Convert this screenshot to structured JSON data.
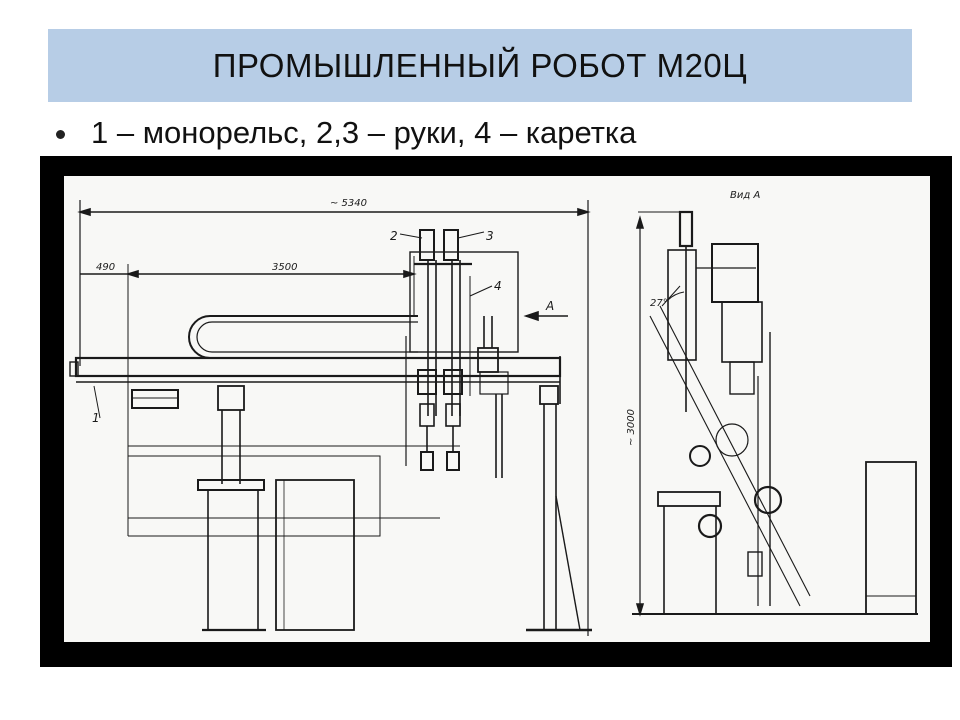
{
  "title": "ПРОМЫШЛЕННЫЙ РОБОТ М20Ц",
  "bullet": "1 – монорельс, 2,3 – руки, 4 – каретка",
  "drawing": {
    "dim_total": "~ 5340",
    "dim_left": "490",
    "dim_span": "3500",
    "dim_height": "~ 3000",
    "angle": "27°",
    "view_arrow": "A",
    "view_label": "Вид А",
    "callouts": {
      "c1": "1",
      "c2": "2",
      "c3": "3",
      "c4": "4"
    }
  },
  "colors": {
    "title_bg": "#b7cde6",
    "frame": "#000000",
    "ink": "#1a1a1a"
  }
}
